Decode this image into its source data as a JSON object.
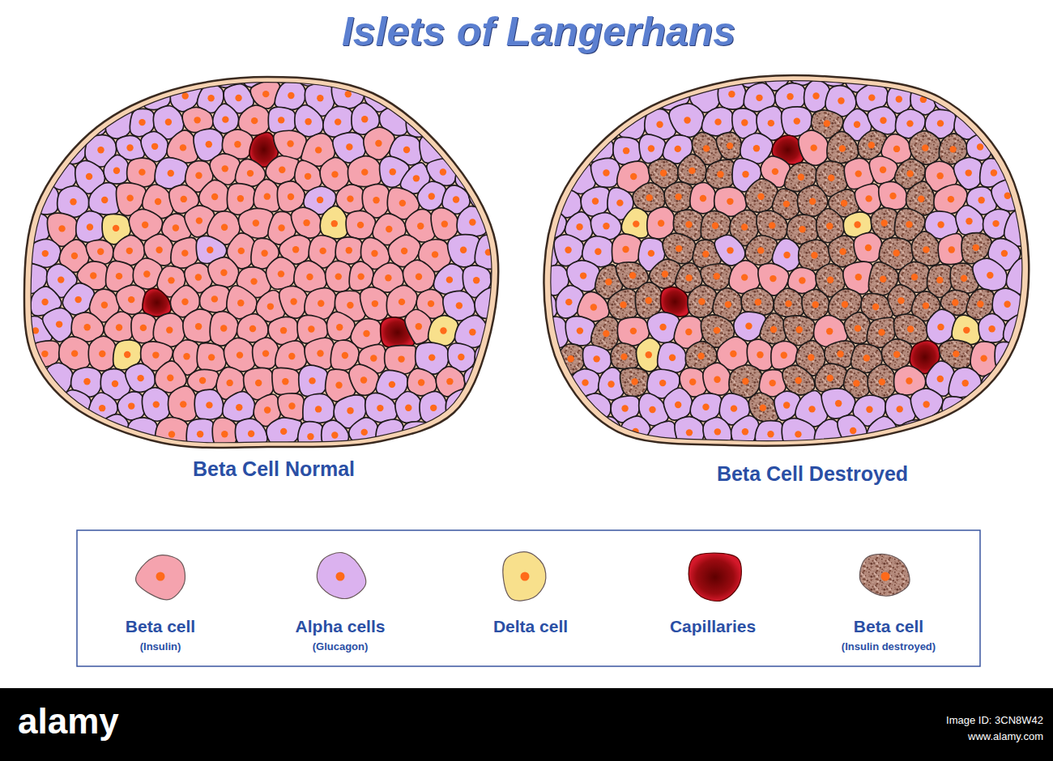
{
  "diagram": {
    "title": "Islets of Langerhans",
    "labels": [
      "Beta Cell Normal",
      "Beta Cell Destroyed",
      "(Insulin)",
      "(Glucagon)",
      "(Insulin destroyed)",
      "alamy",
      "Image ID: 3CN8W42",
      "www.alamy.com"
    ],
    "legend": [
      {
        "text": "Beta cell"
      },
      {
        "text": "Alpha cells"
      },
      {
        "text": "Delta cell"
      },
      {
        "text": "Capillaries"
      },
      {
        "text": "Beta cell"
      }
    ]
  }
}
